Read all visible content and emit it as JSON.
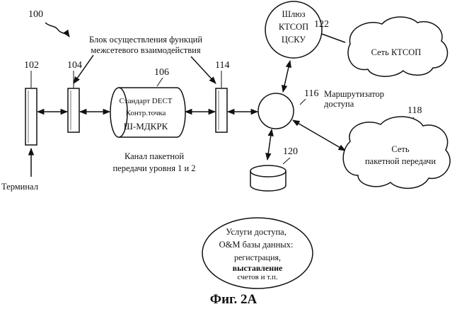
{
  "refs": {
    "system": "100",
    "terminal_block": "102",
    "iwf_left": "104",
    "cylinder": "106",
    "iwf_right": "114",
    "router": "116",
    "cloud_packet": "118",
    "database": "120",
    "gateway": "122"
  },
  "labels": {
    "iwf_title_1": "Блок осуществления функций",
    "iwf_title_2": "межсетевого взаимодействия",
    "cyl_1": "Стандарт DECT",
    "cyl_2": "Контр.точка",
    "cyl_3": "Ш-МДКРК",
    "channel_1": "Канал пакетной",
    "channel_2": "передачи уровня 1 и 2",
    "terminal": "Терминал",
    "router_1": "Маршрутизатор",
    "router_2": "доступа",
    "gateway_1": "Шлюз",
    "gateway_2": "КТСОП",
    "gateway_3": "ЦСКУ",
    "cloud_pstn": "Сеть  КТСОП",
    "cloud_packet_1": "Сеть",
    "cloud_packet_2": "пакетной передачи",
    "services_1": "Услуги доступа,",
    "services_2": "O&M базы данных:",
    "services_3": "регистрация,",
    "services_4": "выставление",
    "services_5": "счетов и т.п."
  },
  "caption": "Фиг. 2А"
}
